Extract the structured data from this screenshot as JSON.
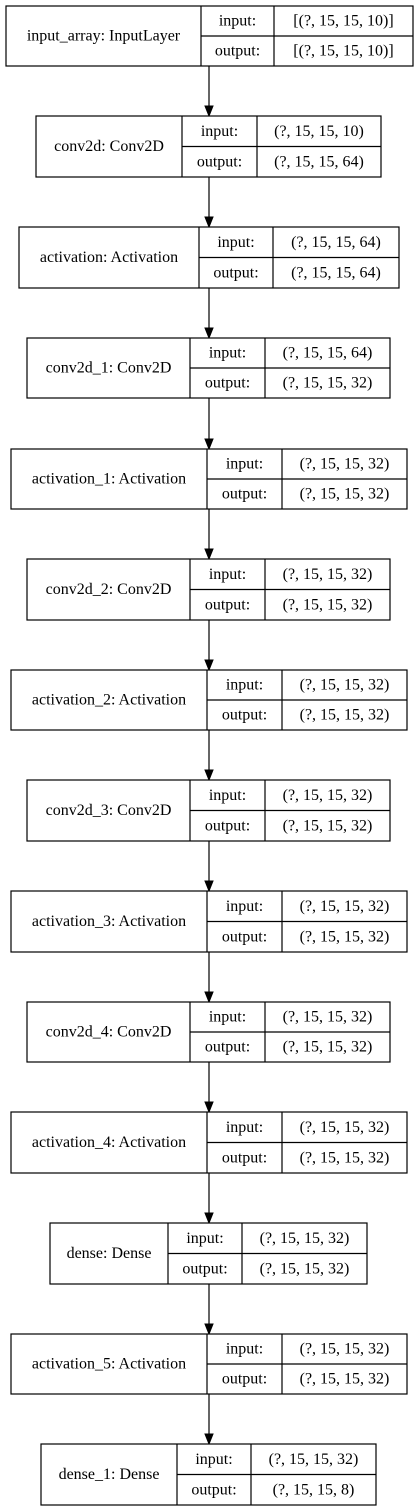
{
  "diagram": {
    "port_labels": {
      "input": "input:",
      "output": "output:"
    },
    "layers": [
      {
        "name": "input_array: InputLayer",
        "input": "[(?, 15, 15, 10)]",
        "output": "[(?, 15, 15, 10)]"
      },
      {
        "name": "conv2d: Conv2D",
        "input": "(?, 15, 15, 10)",
        "output": "(?, 15, 15, 64)"
      },
      {
        "name": "activation: Activation",
        "input": "(?, 15, 15, 64)",
        "output": "(?, 15, 15, 64)"
      },
      {
        "name": "conv2d_1: Conv2D",
        "input": "(?, 15, 15, 64)",
        "output": "(?, 15, 15, 32)"
      },
      {
        "name": "activation_1: Activation",
        "input": "(?, 15, 15, 32)",
        "output": "(?, 15, 15, 32)"
      },
      {
        "name": "conv2d_2: Conv2D",
        "input": "(?, 15, 15, 32)",
        "output": "(?, 15, 15, 32)"
      },
      {
        "name": "activation_2: Activation",
        "input": "(?, 15, 15, 32)",
        "output": "(?, 15, 15, 32)"
      },
      {
        "name": "conv2d_3: Conv2D",
        "input": "(?, 15, 15, 32)",
        "output": "(?, 15, 15, 32)"
      },
      {
        "name": "activation_3: Activation",
        "input": "(?, 15, 15, 32)",
        "output": "(?, 15, 15, 32)"
      },
      {
        "name": "conv2d_4: Conv2D",
        "input": "(?, 15, 15, 32)",
        "output": "(?, 15, 15, 32)"
      },
      {
        "name": "activation_4: Activation",
        "input": "(?, 15, 15, 32)",
        "output": "(?, 15, 15, 32)"
      },
      {
        "name": "dense: Dense",
        "input": "(?, 15, 15, 32)",
        "output": "(?, 15, 15, 32)"
      },
      {
        "name": "activation_5: Activation",
        "input": "(?, 15, 15, 32)",
        "output": "(?, 15, 15, 32)"
      },
      {
        "name": "dense_1: Dense",
        "input": "(?, 15, 15, 32)",
        "output": "(?, 15, 15, 8)"
      }
    ]
  }
}
